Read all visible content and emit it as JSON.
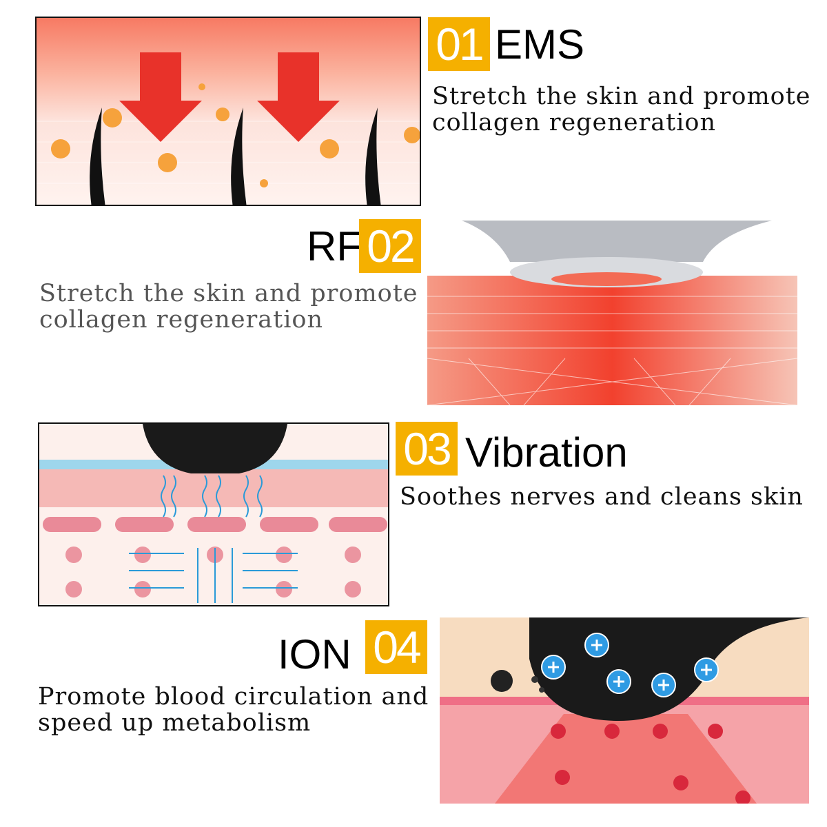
{
  "sections": [
    {
      "number": "01",
      "title": "EMS",
      "description_lines": [
        "Stretch the skin and promote",
        "collagen regeneration"
      ]
    },
    {
      "number": "02",
      "title": "RF",
      "description_lines": [
        "Stretch the skin and promote",
        "collagen regeneration"
      ]
    },
    {
      "number": "03",
      "title": "Vibration",
      "description_lines": [
        "Soothes nerves and cleans skin"
      ]
    },
    {
      "number": "04",
      "title": "ION",
      "description_lines": [
        "Promote blood circulation and",
        "speed up metabolism"
      ]
    }
  ],
  "colors": {
    "badge": "#f5b000",
    "text": "#111111",
    "muted_text": "#555555"
  }
}
